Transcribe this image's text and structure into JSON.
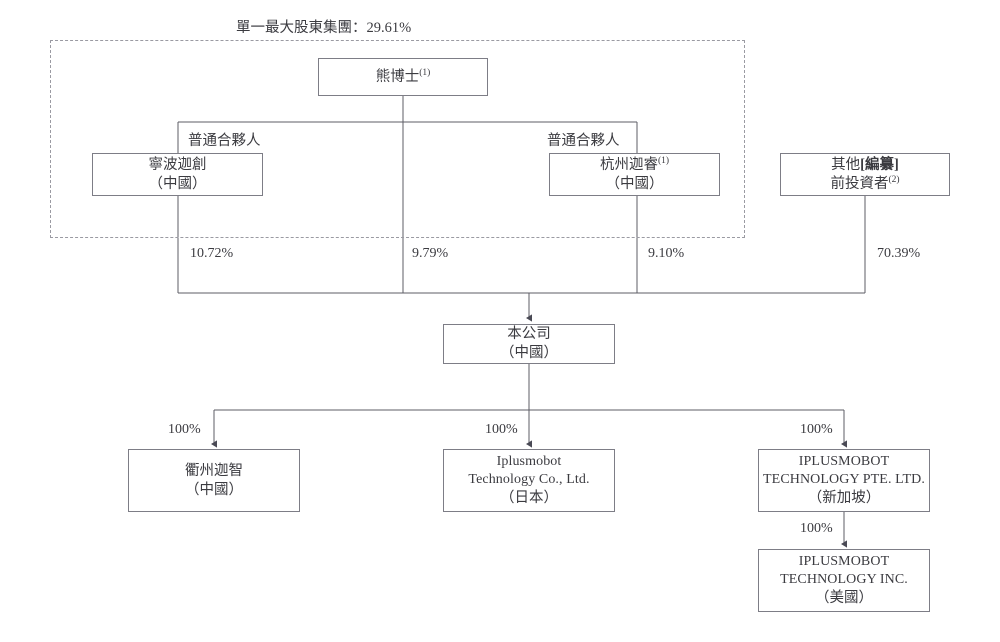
{
  "diagram": {
    "title": "單一最大股東集團：29.61%",
    "grouping_note_label": "單一最大股東集團",
    "grouping_note_value": "29.61%",
    "edge_labels": {
      "general_partner_left": "普通合夥人",
      "general_partner_right": "普通合夥人"
    },
    "nodes": {
      "founder": {
        "line1": "熊博士",
        "sup1": "(1)"
      },
      "ningbo": {
        "line1": "寧波迦創",
        "line2": "（中國）"
      },
      "hangzhou": {
        "line1": "杭州迦睿",
        "sup1": "(1)",
        "line2": "（中國）"
      },
      "other_investors": {
        "line1_a": "其他",
        "line1_b": "[編纂]",
        "line2": "前投資者",
        "sup2": "(2)"
      },
      "company": {
        "line1": "本公司",
        "line2": "（中國）"
      },
      "quzhou": {
        "line1": "衢州迦智",
        "line2": "（中國）"
      },
      "japan": {
        "line1": "Iplusmobot",
        "line2": "Technology Co., Ltd.",
        "line3": "（日本）"
      },
      "singapore": {
        "line1": "IPLUSMOBOT",
        "line2": "TECHNOLOGY PTE. LTD.",
        "line3": "（新加坡）"
      },
      "usa": {
        "line1": "IPLUSMOBOT",
        "line2": "TECHNOLOGY INC.",
        "line3": "（美國）"
      }
    },
    "percentages": {
      "ningbo_to_company": "10.72%",
      "founder_to_company": "9.79%",
      "hangzhou_to_company": "9.10%",
      "other_to_company": "70.39%",
      "company_to_quzhou": "100%",
      "company_to_japan": "100%",
      "company_to_singapore": "100%",
      "singapore_to_usa": "100%"
    },
    "colors": {
      "box_border": "#7d7d86",
      "dashed_border": "#9a9aa2",
      "line": "#5c5c66",
      "text": "#3b3b40",
      "background": "#ffffff"
    }
  }
}
